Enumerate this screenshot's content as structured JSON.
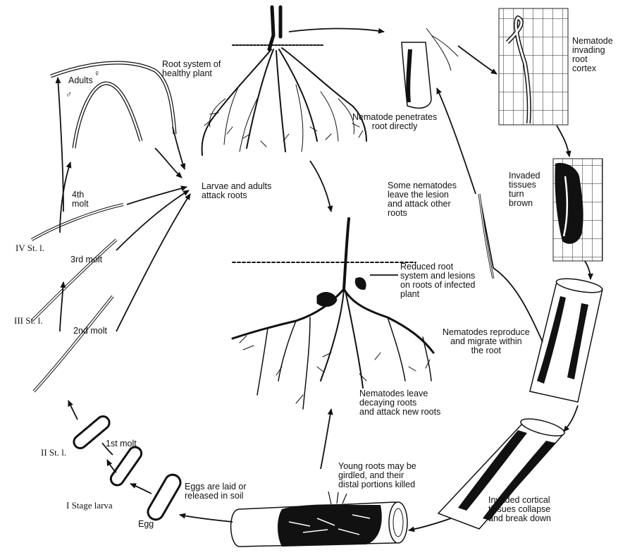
{
  "labels": {
    "root_system_healthy": "Root system of\nhealthy plant",
    "nematode_penetrates": "Nematode penetrates\nroot directly",
    "nematode_invading": "Nematode\ninvading\nroot\ncortex",
    "invaded_tissues_brown": "Invaded\ntissues\nturn\nbrown",
    "some_nematodes_leave": "Some nematodes\nleave the lesion\nand attack other\nroots",
    "larvae_adults_attack": "Larvae and adults\nattack roots",
    "reduced_root_system": "Reduced root\nsystem and lesions\non roots of infected\nplant",
    "nematodes_reproduce": "Nematodes reproduce\nand migrate within\nthe root",
    "nematodes_leave_decaying": "Nematodes leave\ndecaying roots\nand attack new roots",
    "young_roots_girdled": "Young roots may be\ngirdled, and their\ndistal portions killed",
    "invaded_cortical_collapse": "Invaded cortical\ntissues collapse\nand break down",
    "eggs_laid": "Eggs are laid or\nreleased in soil",
    "egg": "Egg",
    "stage_larva_1": "I Stage larva",
    "first_molt": "1st molt",
    "stage_2": "II St. l.",
    "second_molt": "2nd molt",
    "stage_3": "III St. l.",
    "third_molt": "3rd molt",
    "stage_4": "IV St. l.",
    "fourth_molt": "4th\nmolt",
    "adults": "Adults",
    "female_symbol": "♀",
    "male_symbol": "♂"
  }
}
